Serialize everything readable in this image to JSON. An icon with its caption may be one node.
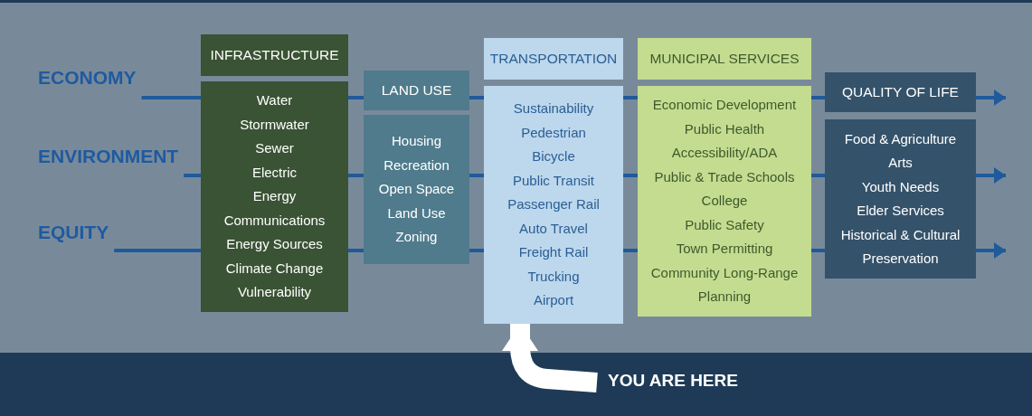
{
  "diagram": {
    "nodes": [
      {
        "text": [
          "ECONOMY"
        ]
      },
      {
        "text": [
          "ENVIRONMENT"
        ]
      },
      {
        "text": [
          "EQUITY"
        ]
      },
      {
        "text": [
          "INFRASTRUCTURE"
        ]
      },
      {
        "text": [
          "Water",
          "Stormwater",
          "Sewer",
          "Electric",
          "Energy",
          "Communications",
          "Energy Sources",
          "Climate Change Vulnerability"
        ]
      },
      {
        "text": [
          "LAND USE"
        ]
      },
      {
        "text": [
          "Housing",
          "Recreation",
          "Open Space",
          "Land Use",
          "Zoning"
        ]
      },
      {
        "text": [
          "TRANSPORTATION"
        ]
      },
      {
        "text": [
          "Sustainability",
          "Pedestrian",
          "Bicycle",
          "Public Transit",
          "Passenger Rail",
          "Auto Travel",
          "Freight Rail",
          "Trucking",
          "Airport"
        ]
      },
      {
        "text": [
          "MUNICIPAL SERVICES"
        ]
      },
      {
        "text": [
          "Economic Development",
          "Public Health",
          "Accessibility/ADA",
          "Public & Trade Schools",
          "College",
          "Public Safety",
          "Town Permitting",
          "Community Long-Range Planning"
        ]
      },
      {
        "text": [
          "QUALITY OF LIFE"
        ]
      },
      {
        "text": [
          "Food & Agriculture",
          "Arts",
          "Youth Needs",
          "Elder Services",
          "Historical & Cultural Preservation"
        ]
      },
      {
        "text": [
          "YOU ARE HERE"
        ]
      }
    ],
    "edges": [
      {
        "from": 0,
        "to": 4,
        "arrow": "none"
      },
      {
        "from": 4,
        "to": 5,
        "arrow": "none"
      },
      {
        "from": 5,
        "to": 8,
        "arrow": "none"
      },
      {
        "from": 8,
        "to": 10,
        "arrow": "none"
      },
      {
        "from": 10,
        "to": 11,
        "arrow": "none"
      },
      {
        "from": 11,
        "to": null,
        "arrow": "to"
      },
      {
        "from": 1,
        "to": 4,
        "arrow": "none"
      },
      {
        "from": 4,
        "to": 6,
        "arrow": "none"
      },
      {
        "from": 6,
        "to": 8,
        "arrow": "none"
      },
      {
        "from": 8,
        "to": 10,
        "arrow": "none"
      },
      {
        "from": 10,
        "to": 12,
        "arrow": "none"
      },
      {
        "from": 12,
        "to": null,
        "arrow": "to"
      },
      {
        "from": 2,
        "to": 4,
        "arrow": "none"
      },
      {
        "from": 4,
        "to": 6,
        "arrow": "none"
      },
      {
        "from": 6,
        "to": 8,
        "arrow": "none"
      },
      {
        "from": 8,
        "to": 10,
        "arrow": "none"
      },
      {
        "from": 10,
        "to": 12,
        "arrow": "none"
      },
      {
        "from": 12,
        "to": null,
        "arrow": "to"
      },
      {
        "from": 13,
        "to": 8,
        "arrow": "to",
        "style": "thick",
        "color": "#ffffff"
      }
    ]
  }
}
